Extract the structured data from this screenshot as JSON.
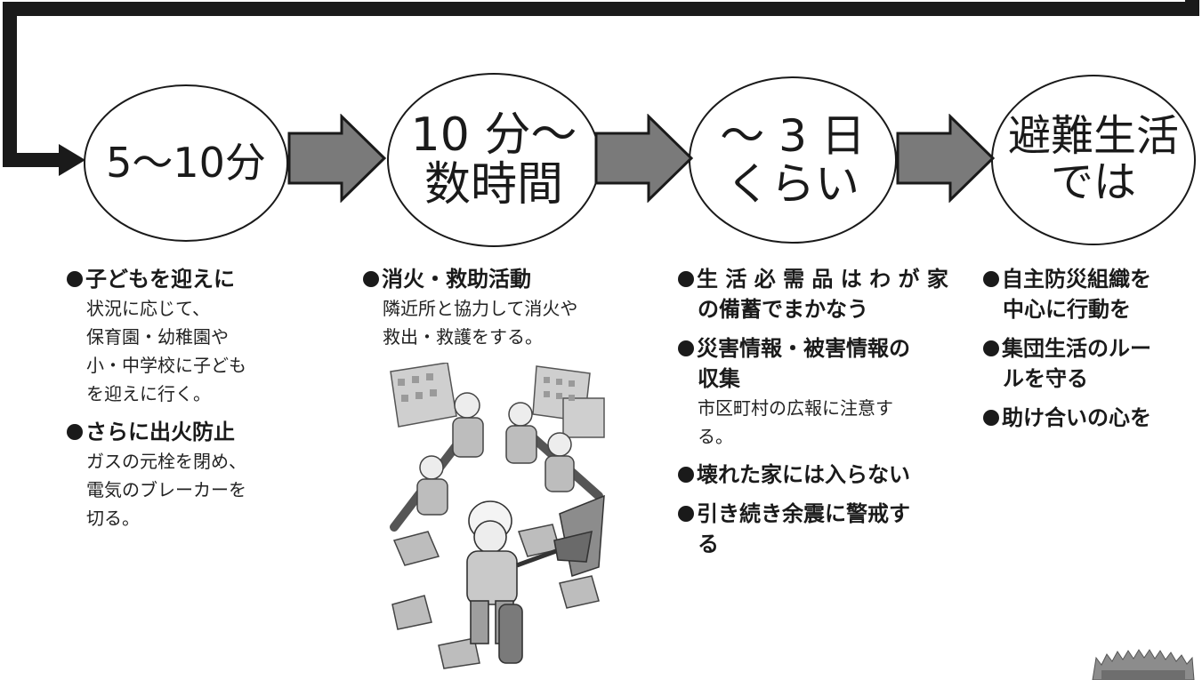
{
  "colors": {
    "ink": "#1a1a1a",
    "arrow_fill": "#7a7a7a",
    "arrow_stroke": "#1a1a1a"
  },
  "stages": [
    {
      "lines": [
        "5～10分"
      ]
    },
    {
      "lines": [
        "10 分～",
        "数時間"
      ]
    },
    {
      "lines": [
        "～ 3 日",
        "くらい"
      ]
    },
    {
      "lines": [
        "避難生活",
        "では"
      ]
    }
  ],
  "columns": [
    {
      "items": [
        {
          "heading": [
            "子どもを迎えに"
          ],
          "body": [
            "状況に応じて、",
            "保育園・幼稚園や",
            "小・中学校に子ども",
            "を迎えに行く。"
          ]
        },
        {
          "heading": [
            "さらに出火防止"
          ],
          "body": [
            "ガスの元栓を閉め、",
            "電気のブレーカーを",
            "切る。"
          ]
        }
      ]
    },
    {
      "items": [
        {
          "heading": [
            "消火・救助活動"
          ],
          "body": [
            "隣近所と協力して消火や",
            "救出・救護をする。"
          ]
        }
      ]
    },
    {
      "items": [
        {
          "heading": [
            "生 活 必 需 品 は わ が 家",
            "の備蓄でまかなう"
          ],
          "body": []
        },
        {
          "heading": [
            "災害情報・被害情報の",
            "収集"
          ],
          "body": [
            "市区町村の広報に注意す",
            "る。"
          ]
        },
        {
          "heading": [
            "壊れた家には入らない"
          ],
          "body": []
        },
        {
          "heading": [
            "引き続き余震に警戒す",
            "る"
          ],
          "body": []
        }
      ]
    },
    {
      "items": [
        {
          "heading": [
            "自主防災組織を",
            "中心に行動を"
          ],
          "body": []
        },
        {
          "heading": [
            "集団生活のルー",
            "ルを守る"
          ],
          "body": []
        },
        {
          "heading": [
            "助け合いの心を"
          ],
          "body": []
        }
      ]
    }
  ],
  "illustration": {
    "icon": "rescue-scene-illustration"
  },
  "badge": {
    "icon": "seal-badge"
  }
}
